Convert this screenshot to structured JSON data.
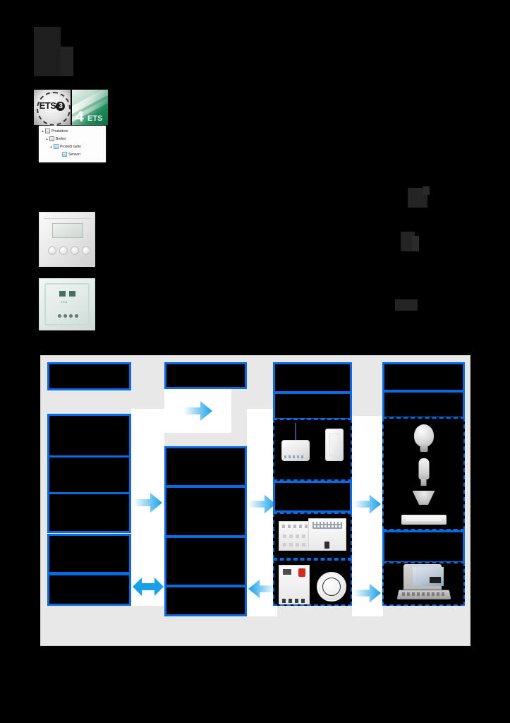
{
  "page": {
    "background_color": "#000000",
    "accent_color": "#0a6ae1",
    "arrow_color": "#18a0e8",
    "diagram_background": "#e8e8e8"
  },
  "logos": {
    "ets3": {
      "name": "ETS",
      "version": "3"
    },
    "ets4": {
      "number": "4",
      "suffix": "ETS"
    }
  },
  "product_tree": {
    "items": [
      {
        "label": "Produttore",
        "icon": "folder-icon",
        "indent": 0,
        "expander": "▴"
      },
      {
        "label": "Berker",
        "icon": "folder-icon",
        "indent": 1,
        "expander": "▴"
      },
      {
        "label": "Prodotti radio",
        "icon": "radio-folder-icon",
        "indent": 2,
        "expander": "▴"
      },
      {
        "label": "Sensori",
        "icon": "radio-folder-icon",
        "indent": 3,
        "expander": ""
      }
    ]
  },
  "photos": {
    "thermostat": "room-thermostat-photo",
    "insert": "flush-mounted-insert-photo",
    "rf_devices": "knx-rf-devices-photo",
    "din_actuators": "din-rail-actuators-photo",
    "breaker_detector": "breaker-and-presence-detector-photo",
    "lamps": "lamps-photo",
    "laptop": "laptop-photo"
  },
  "diagram": {
    "columns": [
      {
        "id": "col-1",
        "header": "",
        "cells": [
          "",
          "",
          "",
          "",
          ""
        ]
      },
      {
        "id": "col-2",
        "header": "",
        "cells": [
          "",
          "",
          "",
          ""
        ]
      },
      {
        "id": "col-3",
        "header": "",
        "subheader": "",
        "cells": [
          "",
          ""
        ],
        "photos": [
          "rf-devices",
          "din-actuators",
          "breaker-detector"
        ]
      },
      {
        "id": "col-4",
        "header": "",
        "subheader": "",
        "cells": [
          ""
        ],
        "photos": [
          "lamps",
          "laptop"
        ]
      }
    ],
    "arrows": [
      {
        "id": "arrow-col2-top",
        "type": "right"
      },
      {
        "id": "arrow-col1-to-col2",
        "type": "right"
      },
      {
        "id": "arrow-col2-to-col3",
        "type": "right"
      },
      {
        "id": "arrow-col3-to-col4",
        "type": "right"
      },
      {
        "id": "arrow-col1-col2-bi",
        "type": "bidirectional"
      },
      {
        "id": "arrow-col3-to-col2",
        "type": "left"
      },
      {
        "id": "arrow-col3-to-col4-bottom",
        "type": "right"
      }
    ]
  }
}
